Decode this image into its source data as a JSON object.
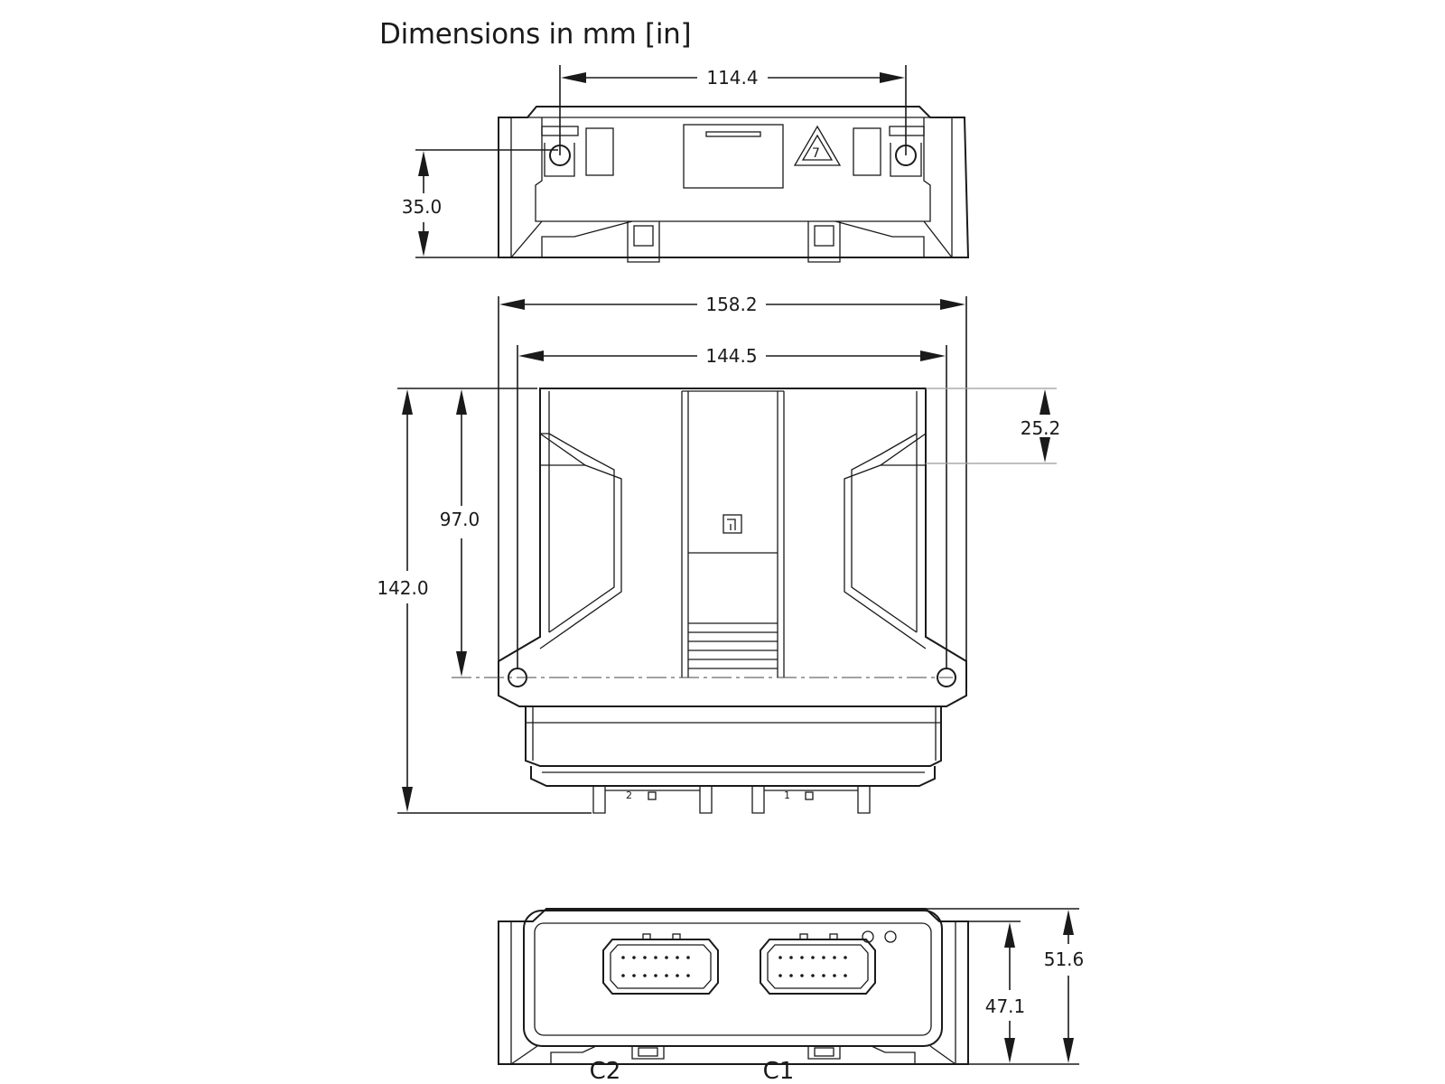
{
  "title": "Dimensions in mm [in]",
  "dimensions": {
    "top_hole_spacing": "114.4",
    "top_height": "35.0",
    "overall_width": "158.2",
    "inner_width": "144.5",
    "overall_depth": "142.0",
    "hole_depth": "97.0",
    "flange_depth": "25.2",
    "overall_height": "51.6",
    "body_height": "47.1"
  },
  "connectors": {
    "left_label": "C2",
    "right_label": "C1",
    "left_pin_mark": "2",
    "right_pin_mark": "1"
  }
}
